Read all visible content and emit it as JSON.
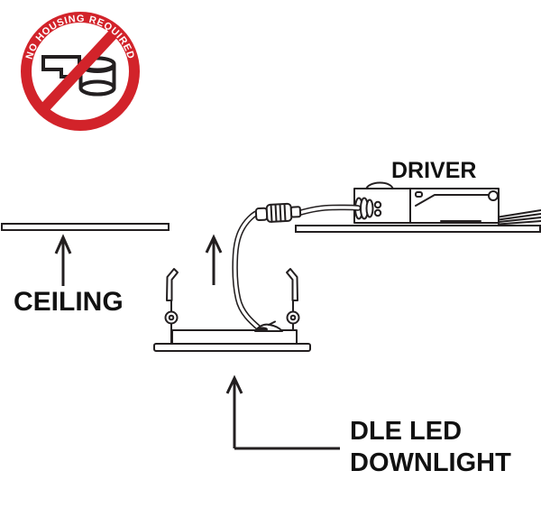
{
  "colors": {
    "line": "#231f20",
    "badge_red": "#d2232a",
    "text": "#111111",
    "background": "#ffffff"
  },
  "badge": {
    "label": "NO HOUSING REQUIRED"
  },
  "labels": {
    "driver": "DRIVER",
    "ceiling": "CEILING",
    "downlight_line1": "DLE LED",
    "downlight_line2": "DOWNLIGHT"
  }
}
